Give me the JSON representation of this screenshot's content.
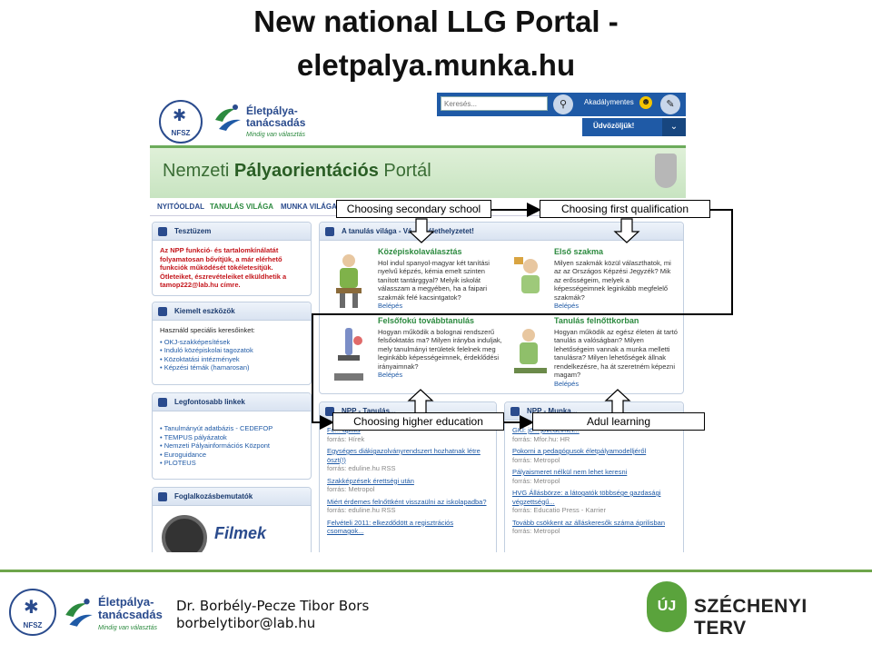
{
  "slide": {
    "title_line1": "New national LLG Portal -",
    "title_line2": "eletpalya.munka.hu"
  },
  "portal": {
    "logo_nfsz": "NFSZ",
    "logo_ep_line1": "Életpálya-",
    "logo_ep_line2": "tanácsadás",
    "logo_ep_tagline": "Mindig van választás",
    "search_placeholder": "Keresés...",
    "accessibility_label": "Akadálymentes",
    "welcome_label": "Üdvözöljük!",
    "banner_title_prefix": "Nemzeti ",
    "banner_title_bold": "Pályaorientációs",
    "banner_title_suffix": " Portál",
    "nav": [
      "NYITÓOLDAL",
      "TANULÁS VILÁGA",
      "MUNKA VILÁGA"
    ],
    "tesztuzem": {
      "title": "Tesztüzem",
      "text": "Az NPP funkció- és tartalomkínálatát folyamatosan bővítjük, a már elérhető funkciók működését tökéletesítjük. Ötleteiket, észrevételeiket elküldhetik a tamop222@lab.hu címre."
    },
    "kiemelt": {
      "title": "Kiemelt eszközök",
      "intro": "Használd speciális keresőinket:",
      "items": [
        "OKJ-szakképesítések",
        "Induló középiskolai tagozatok",
        "Közoktatási intézmények",
        "Képzési témák (hamarosan)"
      ]
    },
    "legfontosabb": {
      "title": "Legfontosabb linkek",
      "items": [
        "Tanulmányút adatbázis - CEDEFOP",
        "TEMPUS pályázatok",
        "Nemzeti Pályainformációs Központ",
        "Euroguidance",
        "PLOTEUS"
      ]
    },
    "foglalkozas": {
      "title": "Foglalkozásbemutatók",
      "film_label": "Filmek"
    },
    "main_box": {
      "title": "A tanulás világa - Vá... ... élethelyzetet!",
      "sections": [
        {
          "heading": "Középiskolaválasztás",
          "text": "Hol indul spanyol-magyar két tanítási nyelvű képzés, kémia emelt szinten tanított tantárggyal? Melyik iskolát válasszam a megyében, ha a faipari szakmák felé kacsintgatok?",
          "link": "Belépés"
        },
        {
          "heading": "Első szakma",
          "text": "Milyen szakmák közül választhatok, mi az az Országos Képzési Jegyzék? Mik az erősségeim, melyek a képességeimnek leginkább megfelelő szakmák?",
          "link": "Belépés"
        },
        {
          "heading": "Felsőfokú továbbtanulás",
          "text": "Hogyan működik a bolognai rendszerű felsőoktatás ma? Milyen irányba induljak, mely tanulmányi területek felelnek meg leginkább képességeimnek, érdeklődési irányaimnak?",
          "link": "Belépés"
        },
        {
          "heading": "Tanulás felnőttkorban",
          "text": "Hogyan működik az egész életen át tartó tanulás a valóságban? Milyen lehetőségeim vannak a munka melletti tanulásra? Milyen lehetőségek állnak rendelkezésre, ha át szeretném képezni magam?",
          "link": "Belépés"
        }
      ]
    },
    "news_left": {
      "title": "NPP - Tanulás...",
      "items": [
        {
          "title": "Fe... április",
          "source": "forrás: Hírek"
        },
        {
          "title": "Egységes diákigazolványrendszert hozhatnak létre öszt(!)",
          "source": "forrás: eduline.hu RSS"
        },
        {
          "title": "Szakképzések érettségi után",
          "source": "forrás: Metropol"
        },
        {
          "title": "Miért érdemes felnőttként visszaülni az iskolapadba?",
          "source": "forrás: eduline.hu RSS"
        },
        {
          "title": "Felvételi 2011: elkezdődött a regisztrációs csomagok...",
          "source": ""
        }
      ]
    },
    "news_right": {
      "title": "NPP - Munka...",
      "items": [
        {
          "title": "GKI: jö... jövedelmet...",
          "source": "forrás: Mfor.hu: HR"
        },
        {
          "title": "Pokorni a pedagógusok életpályamodelljéről",
          "source": "forrás: Metropol"
        },
        {
          "title": "Pályaismeret nélkül nem lehet keresni",
          "source": "forrás: Metropol"
        },
        {
          "title": "HVG Állásbörze: a látogatók többsége gazdasági végzettségű...",
          "source": "forrás: Educatio Press - Karrier"
        },
        {
          "title": "Tovább csökkent az álláskeresők száma áprilisban",
          "source": "forrás: Metropol"
        }
      ]
    }
  },
  "callouts": {
    "secondary_school": "Choosing secondary school",
    "first_qualification": "Choosing first qualification",
    "higher_education": "Choosing higher education",
    "adult_learning": "Adul learning"
  },
  "footer": {
    "logo_nfsz": "NFSZ",
    "logo_ep_line1": "Életpálya-",
    "logo_ep_line2": "tanácsadás",
    "logo_ep_tagline": "Mindig van választás",
    "author_name": "Dr. Borbély-Pecze Tibor Bors",
    "author_email": "borbelytibor@lab.hu",
    "szechenyi_badge": "ÚJ",
    "szechenyi_name": "SZÉCHENYI TERV"
  }
}
